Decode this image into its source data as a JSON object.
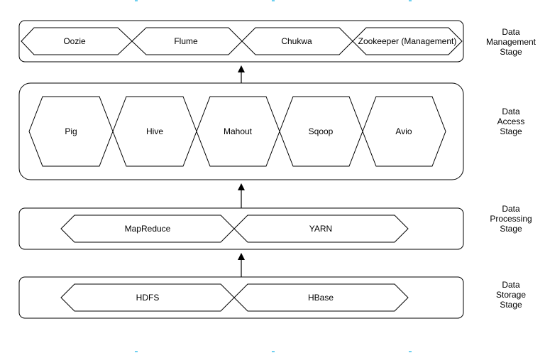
{
  "stages": [
    {
      "id": "management",
      "label": "Data\nManagement\nStage",
      "items": [
        "Oozie",
        "Flume",
        "Chukwa",
        "Zookeeper (Management)"
      ]
    },
    {
      "id": "access",
      "label": "Data\nAccess\nStage",
      "items": [
        "Pig",
        "Hive",
        "Mahout",
        "Sqoop",
        "Avio"
      ]
    },
    {
      "id": "processing",
      "label": "Data\nProcessing\nStage",
      "items": [
        "MapReduce",
        "YARN"
      ]
    },
    {
      "id": "storage",
      "label": "Data\nStorage\nStage",
      "items": [
        "HDFS",
        "HBase"
      ]
    }
  ],
  "colors": {
    "stroke": "#000000",
    "fill": "#ffffff",
    "guide": "#6fd0f0"
  }
}
